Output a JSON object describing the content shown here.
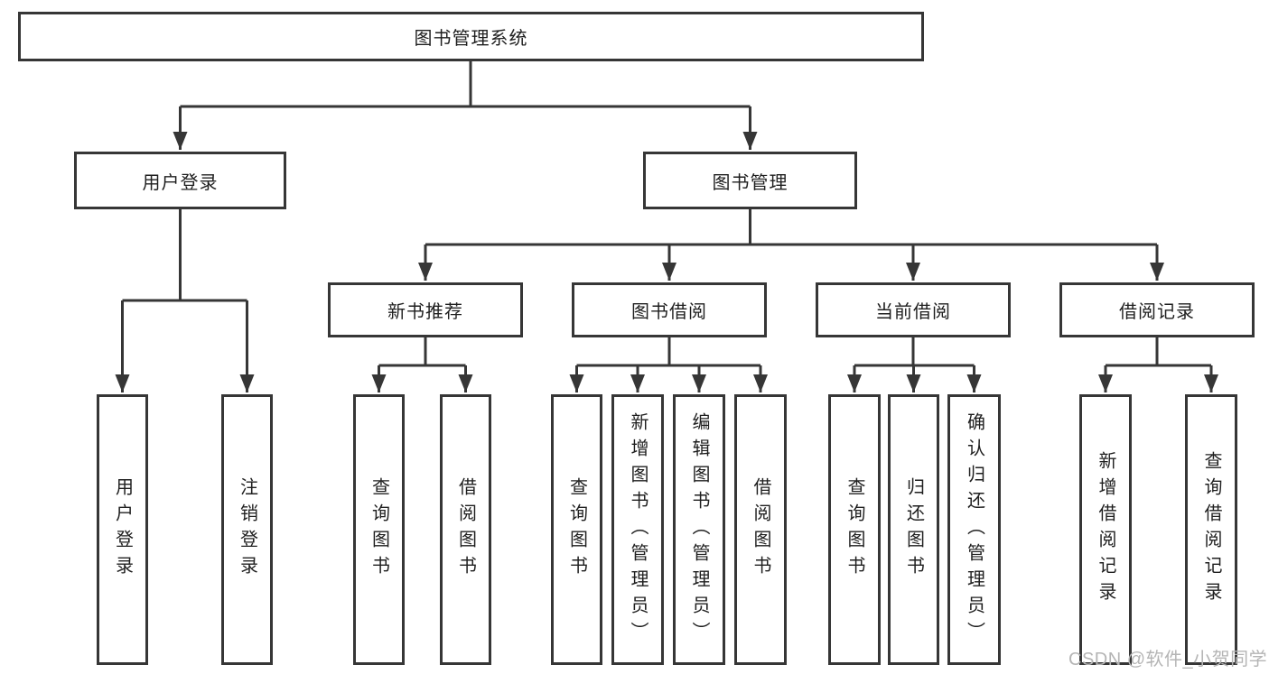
{
  "colors": {
    "background": "#ffffff",
    "line": "#363636",
    "box_border": "#363636",
    "text": "#1f1f1f",
    "watermark": "#b5b5b5"
  },
  "root": {
    "label": "图书管理系统"
  },
  "branches": {
    "user_login": {
      "label": "用户登录",
      "children": [
        {
          "label": "用户登录"
        },
        {
          "label": "注销登录"
        }
      ]
    },
    "book_mgmt": {
      "label": "图书管理",
      "children": [
        {
          "label": "新书推荐",
          "children": [
            {
              "label": "查询图书"
            },
            {
              "label": "借阅图书"
            }
          ]
        },
        {
          "label": "图书借阅",
          "children": [
            {
              "label": "查询图书"
            },
            {
              "label": "新增图书（管理员）"
            },
            {
              "label": "编辑图书（管理员）"
            },
            {
              "label": "借阅图书"
            }
          ]
        },
        {
          "label": "当前借阅",
          "children": [
            {
              "label": "查询图书"
            },
            {
              "label": "归还图书"
            },
            {
              "label": "确认归还（管理员）"
            }
          ]
        },
        {
          "label": "借阅记录",
          "children": [
            {
              "label": "新增借阅记录"
            },
            {
              "label": "查询借阅记录"
            }
          ]
        }
      ]
    }
  },
  "watermark": {
    "text": "CSDN @软件_小贺同学"
  }
}
